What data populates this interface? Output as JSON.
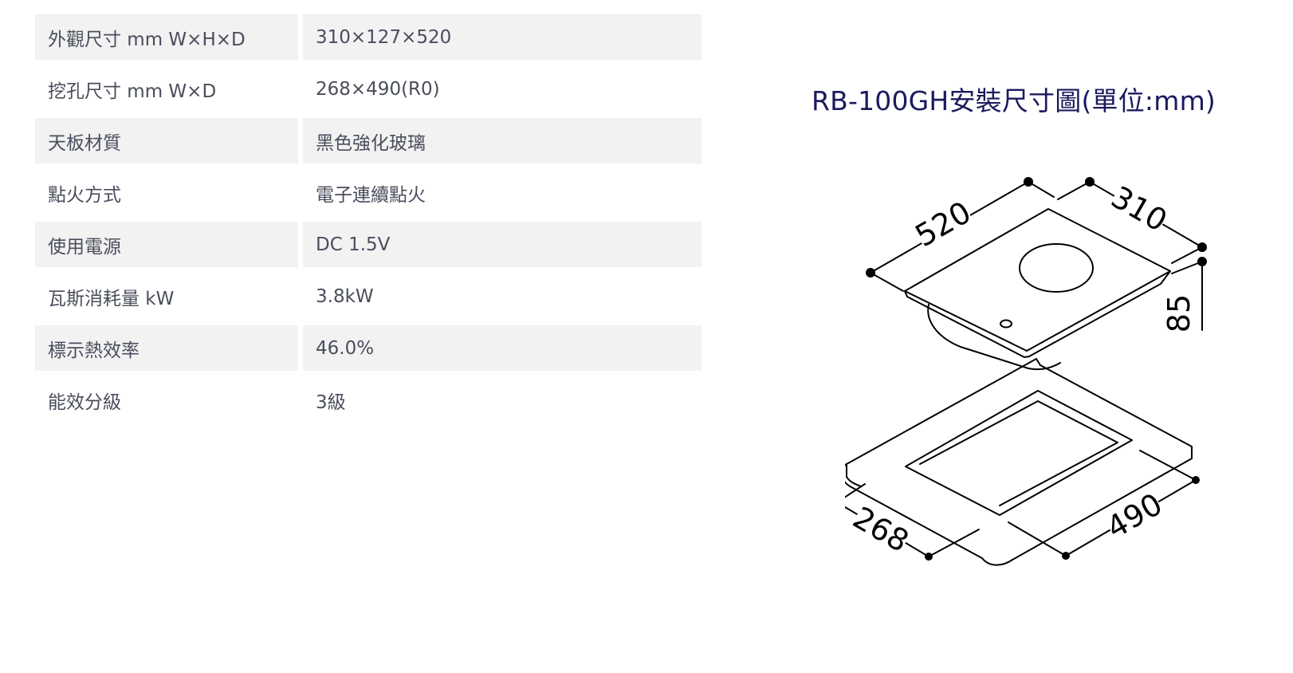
{
  "specs": [
    {
      "label": "外觀尺寸 mm W×H×D",
      "value": "310×127×520"
    },
    {
      "label": "挖孔尺寸 mm W×D",
      "value": "268×490(R0)"
    },
    {
      "label": "天板材質",
      "value": "黑色強化玻璃"
    },
    {
      "label": "點火方式",
      "value": "電子連續點火"
    },
    {
      "label": "使用電源",
      "value": "DC 1.5V"
    },
    {
      "label": "瓦斯消耗量 kW",
      "value": "3.8kW"
    },
    {
      "label": "標示熱效率",
      "value": "46.0%"
    },
    {
      "label": "能效分級",
      "value": "3級"
    }
  ],
  "diagram": {
    "title": "RB-100GH安裝尺寸圖(單位:mm)",
    "dimensions": {
      "depth": "520",
      "width": "310",
      "height": "85",
      "cutout_width": "268",
      "cutout_depth": "490"
    }
  },
  "colors": {
    "title": "#1c1a5e",
    "row_shade": "#f2f2f3",
    "text": "#4a4e5c"
  }
}
